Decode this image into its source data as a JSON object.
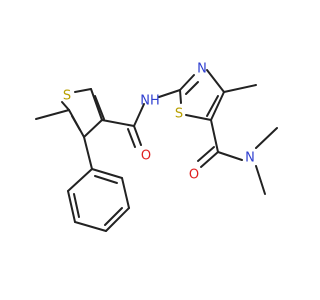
{
  "atoms": [
    {
      "id": "s_thiophene",
      "label": "S",
      "color": "#b8a000"
    },
    {
      "id": "o_amide1",
      "label": "O",
      "color": "#e02020"
    },
    {
      "id": "nh_amide",
      "label": "NH",
      "color": "#2f3fd0"
    },
    {
      "id": "n_thiazole",
      "label": "N",
      "color": "#2f3fd0"
    },
    {
      "id": "s_thiazole",
      "label": "S",
      "color": "#b8a000"
    },
    {
      "id": "o_amide2",
      "label": "O",
      "color": "#e02020"
    },
    {
      "id": "n_dimethyl",
      "label": "N",
      "color": "#2f3fd0"
    }
  ]
}
